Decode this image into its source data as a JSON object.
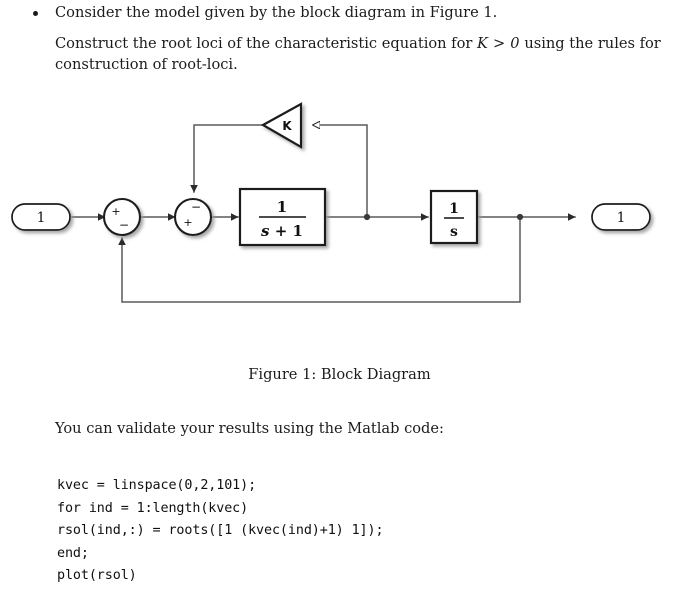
{
  "document": {
    "bullet_glyph": "•",
    "intro_line": "Consider the model given by the block diagram in Figure 1.",
    "task_paragraph_part1": "Construct the root loci of the characteristic equation for ",
    "task_paragraph_math": "K > 0",
    "task_paragraph_part2": " using the rules for construction of root-loci.",
    "figure_caption": "Figure 1: Block Diagram",
    "validate_line": "You can validate your results using the Matlab code:",
    "matlab_code": "kvec = linspace(0,2,101);\nfor ind = 1:length(kvec)\nrsol(ind,:) = roots([1 (kvec(ind)+1) 1]);\nend;\nplot(rsol)"
  },
  "block_diagram": {
    "input_port_label": "1",
    "output_port_label": "1",
    "gain_label": "K",
    "sum1_sign_plus": "+",
    "sum1_sign_minus": "−",
    "sum2_sign_plus": "+",
    "sum2_sign_minus": "−",
    "transfer_block_1": {
      "numerator": "1",
      "denominator": "s + 1"
    },
    "transfer_block_2": {
      "numerator": "1",
      "denominator": "s"
    },
    "colors": {
      "line": "#5a5a5a",
      "stroke": "#1a1a1a",
      "fill": "#ffffff",
      "shadow": "#bdbdbd"
    }
  }
}
